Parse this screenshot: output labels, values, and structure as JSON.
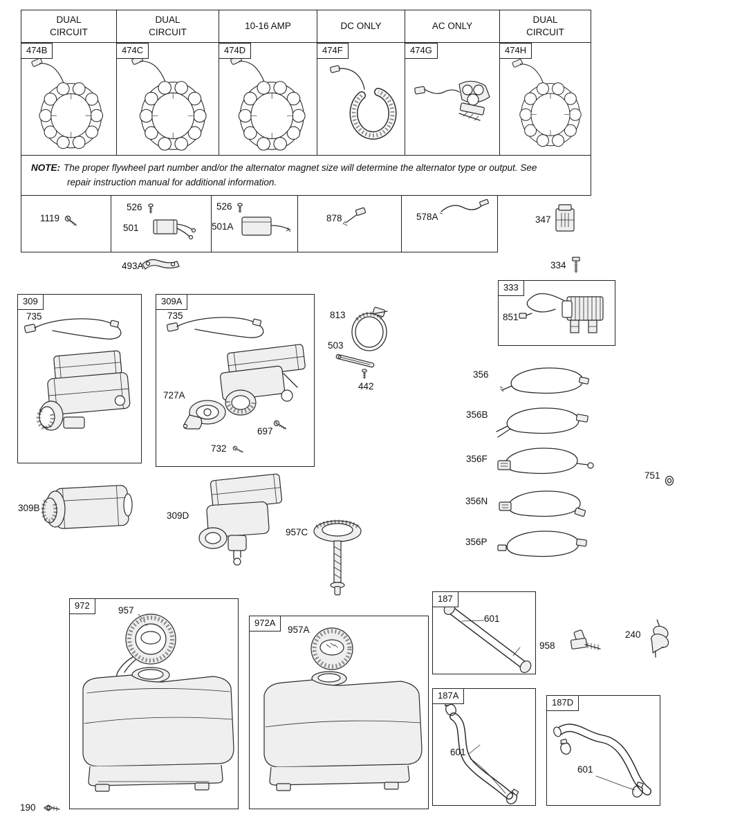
{
  "alternator_table": {
    "columns": [
      {
        "header": "DUAL\nCIRCUIT",
        "part": "474B"
      },
      {
        "header": "DUAL\nCIRCUIT",
        "part": "474C"
      },
      {
        "header": "10-16 AMP",
        "part": "474D"
      },
      {
        "header": "DC ONLY",
        "part": "474F"
      },
      {
        "header": "AC ONLY",
        "part": "474G"
      },
      {
        "header": "DUAL\nCIRCUIT",
        "part": "474H"
      }
    ]
  },
  "note": {
    "label": "NOTE:",
    "line1": "The proper flywheel part number and/or the alternator magnet size will determine the alternator type or output. See",
    "line2": "repair instruction manual for additional information."
  },
  "groups": {
    "g309": "309",
    "g309A": "309A",
    "g333": "333",
    "g972": "972",
    "g972A": "972A",
    "g187": "187",
    "g187A": "187A",
    "g187D": "187D"
  },
  "labels": {
    "p1119": "1119",
    "p526": "526",
    "p501": "501",
    "p501A": "501A",
    "p878": "878",
    "p578A": "578A",
    "p347": "347",
    "p493A": "493A",
    "p334": "334",
    "p851": "851",
    "p735": "735",
    "p727A": "727A",
    "p697": "697",
    "p732": "732",
    "p813": "813",
    "p503": "503",
    "p442": "442",
    "p356": "356",
    "p356B": "356B",
    "p356F": "356F",
    "p751": "751",
    "p356N": "356N",
    "p356P": "356P",
    "p309B": "309B",
    "p309D": "309D",
    "p957C": "957C",
    "p957": "957",
    "p957A": "957A",
    "p601": "601",
    "p958": "958",
    "p240": "240",
    "p190": "190"
  }
}
